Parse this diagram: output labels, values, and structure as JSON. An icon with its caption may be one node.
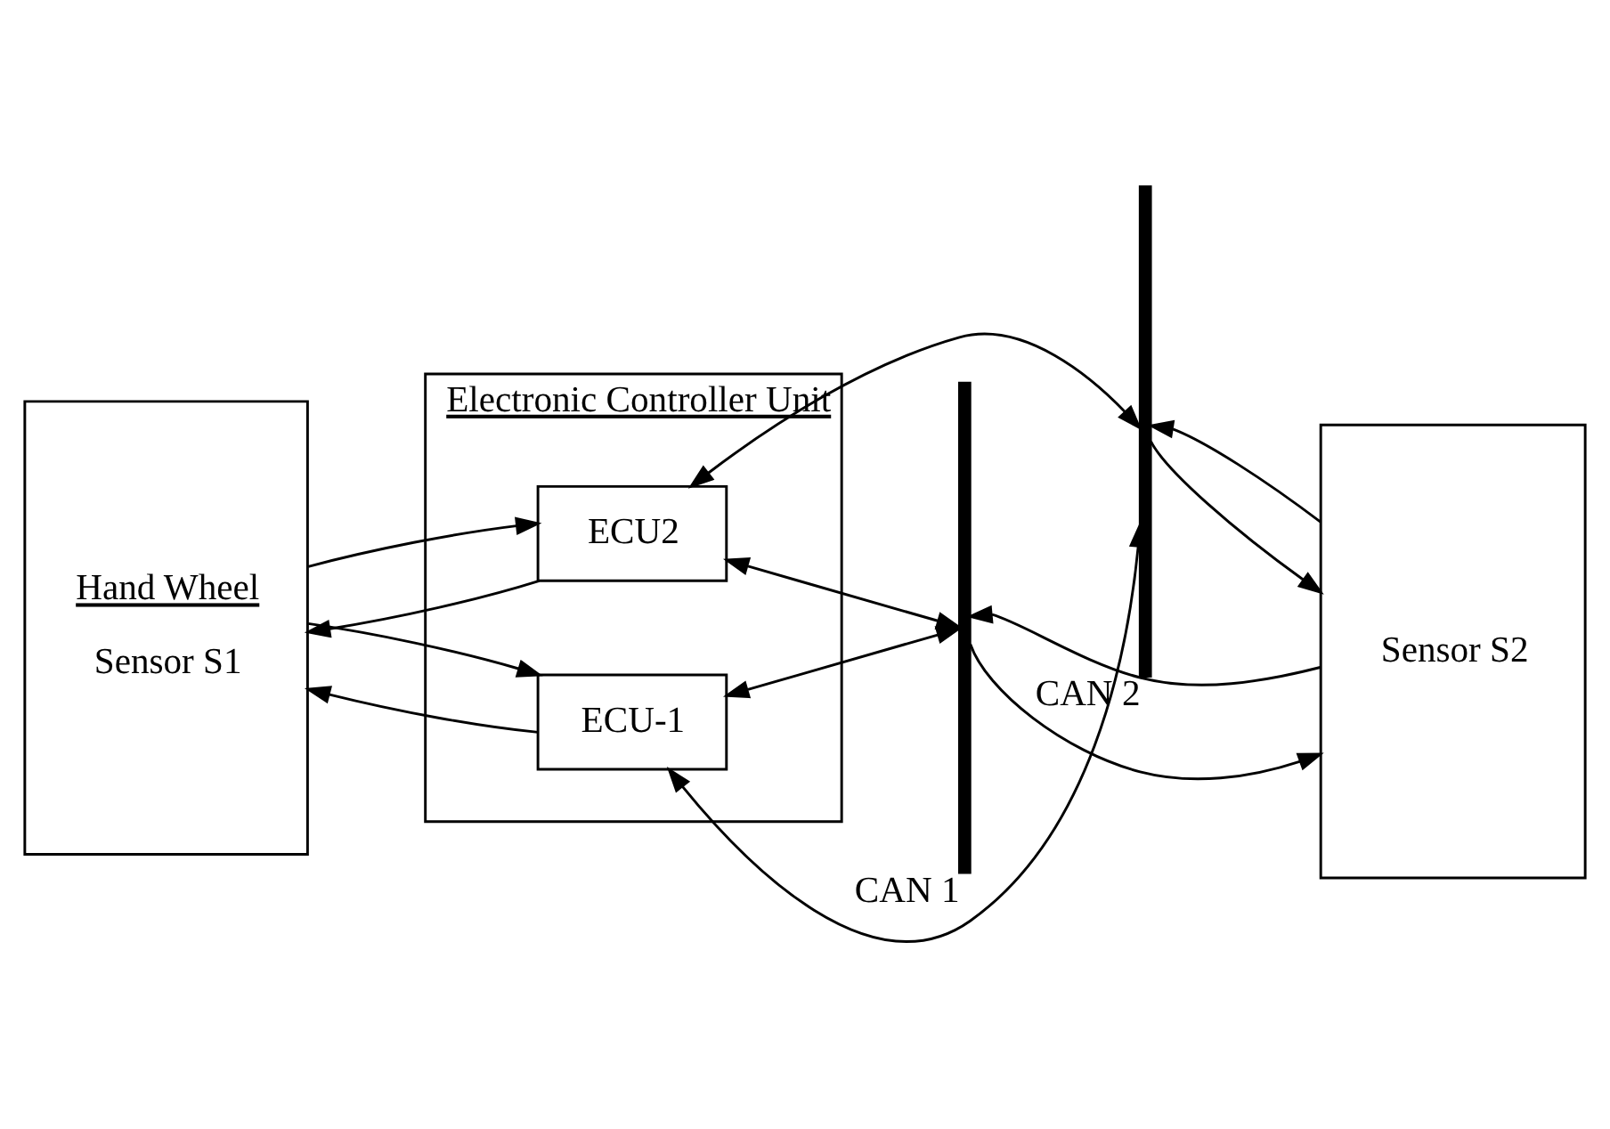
{
  "diagram": {
    "nodes": [
      {
        "text": [
          "Hand Wheel",
          "Sensor S1"
        ]
      },
      {
        "text": [
          "Electronic Controller Unit"
        ]
      },
      {
        "text": [
          "ECU-1"
        ],
        "in": 1
      },
      {
        "text": [
          "ECU2"
        ],
        "in": 1
      },
      {
        "text": [],
        "shape": "bar",
        "beside": [
          "CAN 1"
        ]
      },
      {
        "text": [],
        "shape": "bar",
        "beside": [
          "CAN 2"
        ]
      },
      {
        "text": [
          "Sensor S2"
        ]
      }
    ],
    "edges": [
      {
        "from": 0,
        "to": 2,
        "arrow": "to"
      },
      {
        "from": 0,
        "to": 3,
        "arrow": "to"
      },
      {
        "from": 2,
        "to": 0,
        "arrow": "to"
      },
      {
        "from": 3,
        "to": 0,
        "arrow": "to"
      },
      {
        "from": 2,
        "to": 4,
        "arrow": "both"
      },
      {
        "from": 2,
        "to": 5,
        "arrow": "both"
      },
      {
        "from": 3,
        "to": 4,
        "arrow": "both"
      },
      {
        "from": 3,
        "to": 5,
        "arrow": "both"
      },
      {
        "from": 4,
        "to": 6,
        "arrow": "to"
      },
      {
        "from": 5,
        "to": 6,
        "arrow": "to"
      },
      {
        "from": 6,
        "to": 5,
        "arrow": "to"
      },
      {
        "from": 6,
        "to": 4,
        "arrow": "to"
      }
    ]
  }
}
